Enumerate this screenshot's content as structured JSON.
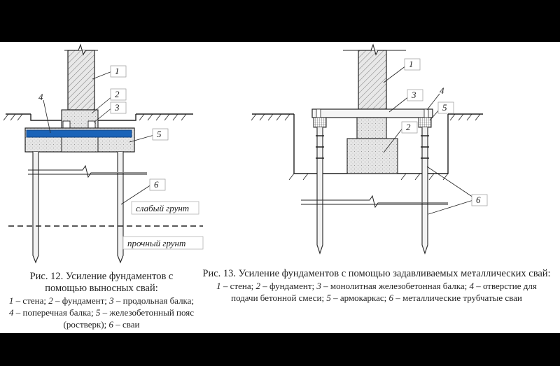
{
  "fig12": {
    "labels": [
      "1",
      "2",
      "3",
      "4",
      "5",
      "6"
    ],
    "soil_weak": "слабый грунт",
    "soil_strong": "прочный грунт",
    "caption": {
      "title_line1": "Рис. 12. Усиление фундаментов с",
      "title_line2": "помощью выносных свай:",
      "l1_n1": "1",
      "l1_t1": " – стена; ",
      "l1_n2": "2",
      "l1_t2": " – фундамент; ",
      "l1_n3": "3",
      "l1_t3": " – продольная балка;",
      "l2_n4": "4",
      "l2_t4": " – поперечная балка; ",
      "l2_n5": "5",
      "l2_t5": " – железобетонный пояс",
      "l3_t5": "(ростверк); ",
      "l3_n6": "6",
      "l3_t6": " – сваи"
    }
  },
  "fig13": {
    "labels": [
      "1",
      "2",
      "3",
      "4",
      "5",
      "6"
    ],
    "caption": {
      "title": "Рис. 13. Усиление фундаментов с помощью задавливаемых металлических свай:",
      "l1_n1": "1",
      "l1_t1": " – стена; ",
      "l1_n2": "2",
      "l1_t2": " – фундамент; ",
      "l1_n3": "3",
      "l1_t3": " – монолитная железобетонная балка; ",
      "l1_n4": "4",
      "l1_t4": " – отверстие для",
      "l2_t4": "подачи бетонной смеси; ",
      "l2_n5": "5",
      "l2_t5": " – армокаркас; ",
      "l2_n6": "6",
      "l2_t6": " – металлические трубчатые сваи"
    }
  },
  "colors": {
    "beam": "#1a63b8",
    "concrete": "#e4e4e4",
    "line": "#222222"
  }
}
